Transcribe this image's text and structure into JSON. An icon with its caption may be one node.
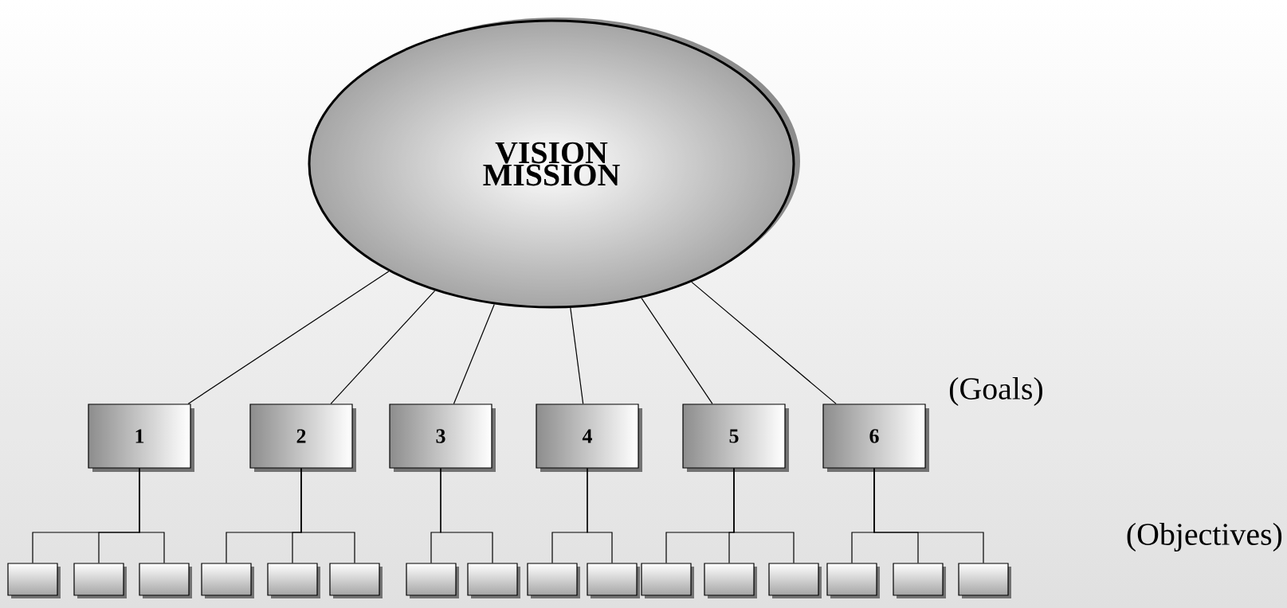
{
  "diagram": {
    "nodes": [
      {
        "text": [
          "VISION MISSION"
        ]
      },
      {
        "text": [
          "1"
        ]
      },
      {
        "text": [
          "2"
        ]
      },
      {
        "text": [
          "3"
        ]
      },
      {
        "text": [
          "4"
        ]
      },
      {
        "text": [
          "5"
        ]
      },
      {
        "text": [
          "6"
        ]
      },
      {
        "text": [],
        "shape": "box"
      },
      {
        "text": [],
        "shape": "box"
      },
      {
        "text": [],
        "shape": "box"
      },
      {
        "text": [],
        "shape": "box"
      },
      {
        "text": [],
        "shape": "box"
      },
      {
        "text": [],
        "shape": "box"
      },
      {
        "text": [],
        "shape": "box"
      },
      {
        "text": [],
        "shape": "box"
      },
      {
        "text": [],
        "shape": "box"
      },
      {
        "text": [],
        "shape": "box"
      },
      {
        "text": [],
        "shape": "box"
      },
      {
        "text": [],
        "shape": "box"
      },
      {
        "text": [],
        "shape": "box"
      },
      {
        "text": [],
        "shape": "box"
      },
      {
        "text": [],
        "shape": "box"
      },
      {
        "text": [],
        "shape": "box"
      }
    ],
    "edges": [
      {
        "from": 0,
        "to": 1,
        "arrow": "none"
      },
      {
        "from": 0,
        "to": 2,
        "arrow": "none"
      },
      {
        "from": 0,
        "to": 3,
        "arrow": "none"
      },
      {
        "from": 0,
        "to": 4,
        "arrow": "none"
      },
      {
        "from": 0,
        "to": 5,
        "arrow": "none"
      },
      {
        "from": 0,
        "to": 6,
        "arrow": "none"
      },
      {
        "from": 1,
        "to": 7,
        "arrow": "none"
      },
      {
        "from": 1,
        "to": 8,
        "arrow": "none"
      },
      {
        "from": 1,
        "to": 9,
        "arrow": "none"
      },
      {
        "from": 2,
        "to": 10,
        "arrow": "none"
      },
      {
        "from": 2,
        "to": 11,
        "arrow": "none"
      },
      {
        "from": 2,
        "to": 12,
        "arrow": "none"
      },
      {
        "from": 3,
        "to": 13,
        "arrow": "none"
      },
      {
        "from": 3,
        "to": 14,
        "arrow": "none"
      },
      {
        "from": 4,
        "to": 15,
        "arrow": "none"
      },
      {
        "from": 4,
        "to": 16,
        "arrow": "none"
      },
      {
        "from": 5,
        "to": 17,
        "arrow": "none"
      },
      {
        "from": 5,
        "to": 18,
        "arrow": "none"
      },
      {
        "from": 5,
        "to": 19,
        "arrow": "none"
      },
      {
        "from": 6,
        "to": 20,
        "arrow": "none"
      },
      {
        "from": 6,
        "to": 21,
        "arrow": "none"
      },
      {
        "from": 6,
        "to": 22,
        "arrow": "none"
      }
    ],
    "labels": [
      "(Goals)",
      "(Objectives)"
    ]
  }
}
